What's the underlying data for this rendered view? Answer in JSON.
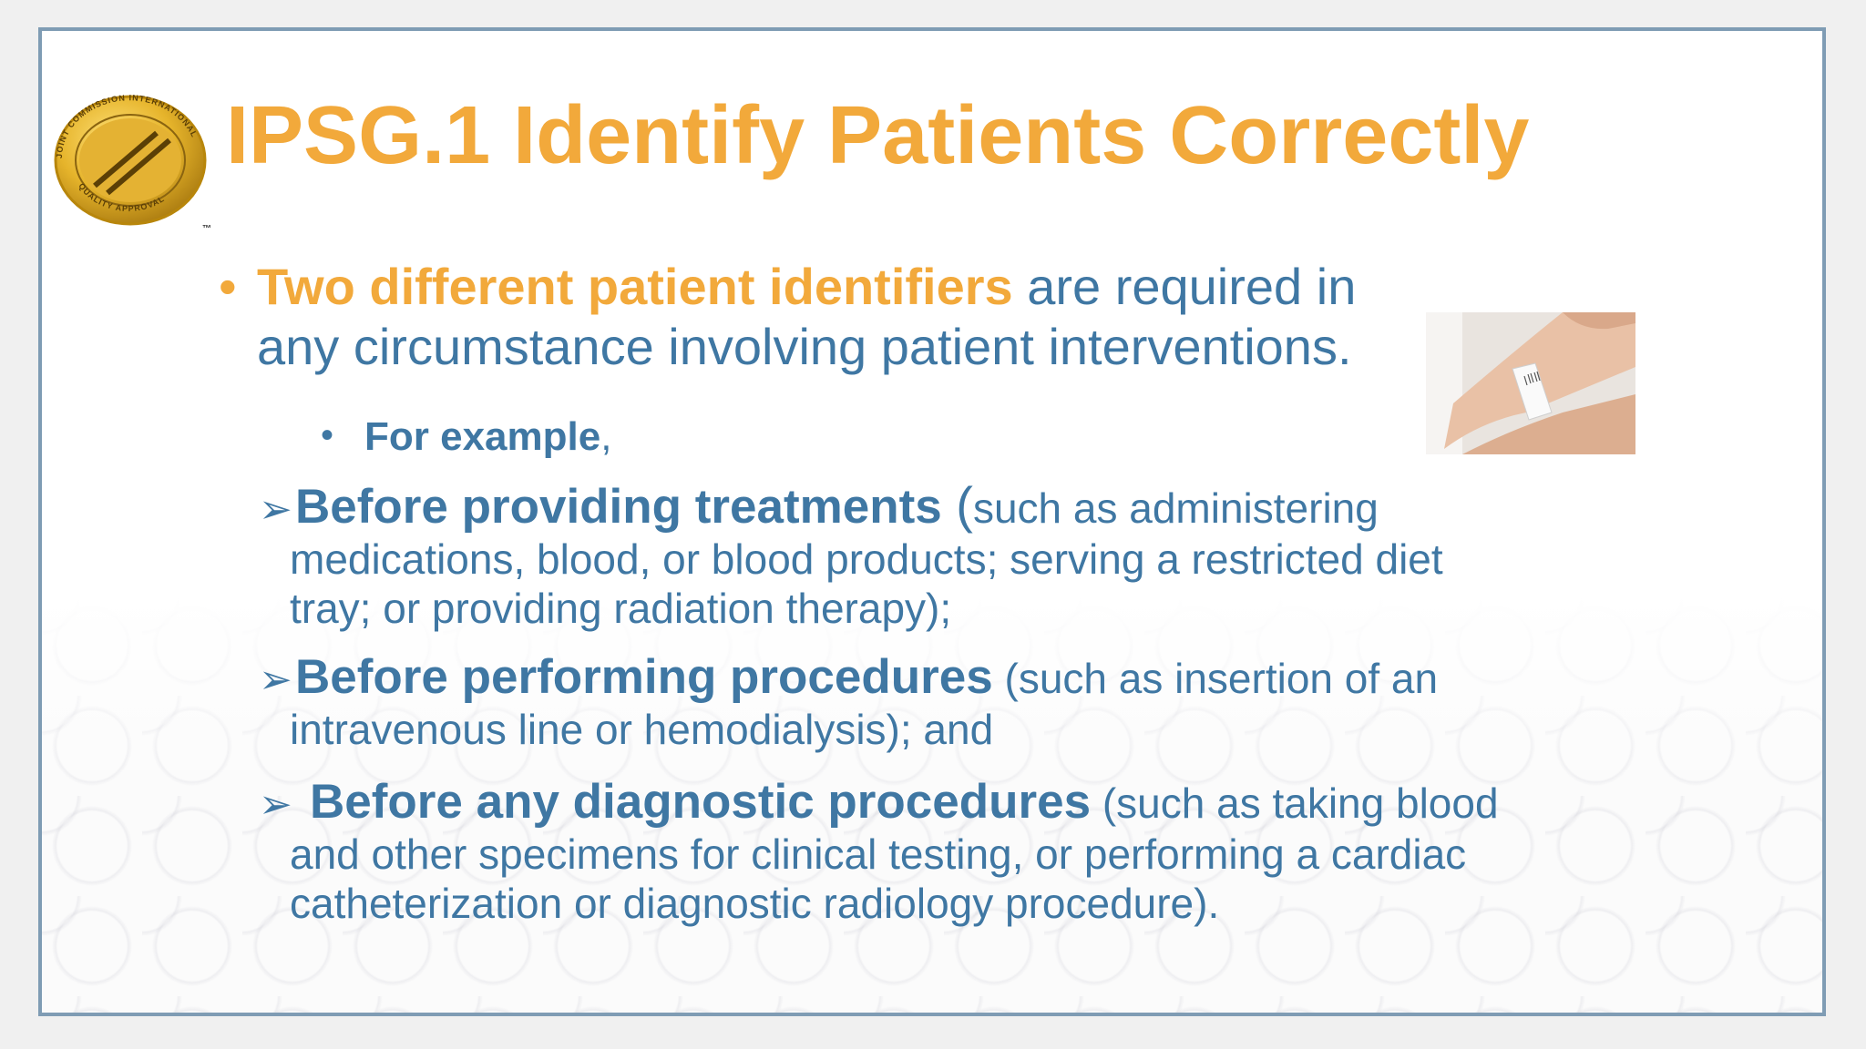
{
  "slide": {
    "title": "IPSG.1 Identify Patients Correctly",
    "seal": {
      "top_text": "JOINT COMMISSION INTERNATIONAL",
      "bottom_text": "QUALITY APPROVAL",
      "tm": "™"
    },
    "main_bullet": {
      "lead": "Two different patient identifiers",
      "line1_rest": " are required in",
      "line2": "any circumstance involving patient interventions."
    },
    "sub_bullet": {
      "bold": "For example",
      "rest": ","
    },
    "arrow_items": [
      {
        "arrow": "➢",
        "bold": "Before providing treatments",
        "paren": " (",
        "line1_rest": "such as administering",
        "line2": "medications, blood, or blood products; serving a restricted diet",
        "line3": "tray; or providing radiation therapy);"
      },
      {
        "arrow": "➢",
        "bold": "Before performing procedures",
        "line1_rest": " (such as insertion of an",
        "line2": "intravenous line or hemodialysis); and"
      },
      {
        "arrow": "➢ ",
        "bold": "Before any diagnostic procedures",
        "line1_rest": " (such as taking blood",
        "line2": "and other specimens for clinical testing, or performing a cardiac",
        "line3": "catheterization or diagnostic radiology procedure)."
      }
    ],
    "colors": {
      "title": "#f2a93b",
      "body_text": "#3f77a3",
      "frame": "#7f9cb4",
      "seal_gold": "#d9a520"
    }
  }
}
